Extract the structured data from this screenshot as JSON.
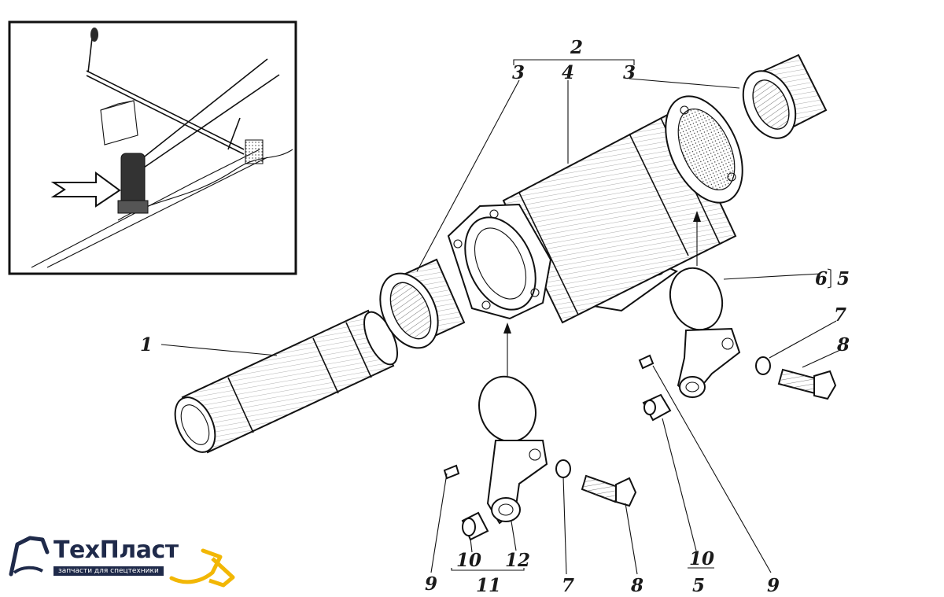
{
  "diagram": {
    "callouts": {
      "c1": "1",
      "c2": "2",
      "c3a": "3",
      "c4": "4",
      "c3b": "3",
      "c6": "6",
      "c5a": "5",
      "c7a": "7",
      "c8a": "8",
      "c9a": "9",
      "c10a": "10",
      "c12": "12",
      "c11": "11",
      "c7b": "7",
      "c8b": "8",
      "c10b": "10",
      "c5b": "5",
      "c9b": "9"
    }
  },
  "logo": {
    "name": "ТехПласт",
    "tagline": "запчасти для спецтехники"
  },
  "colors": {
    "line": "#111111",
    "logo_navy": "#1f2a4a",
    "logo_yellow": "#f2b705"
  }
}
